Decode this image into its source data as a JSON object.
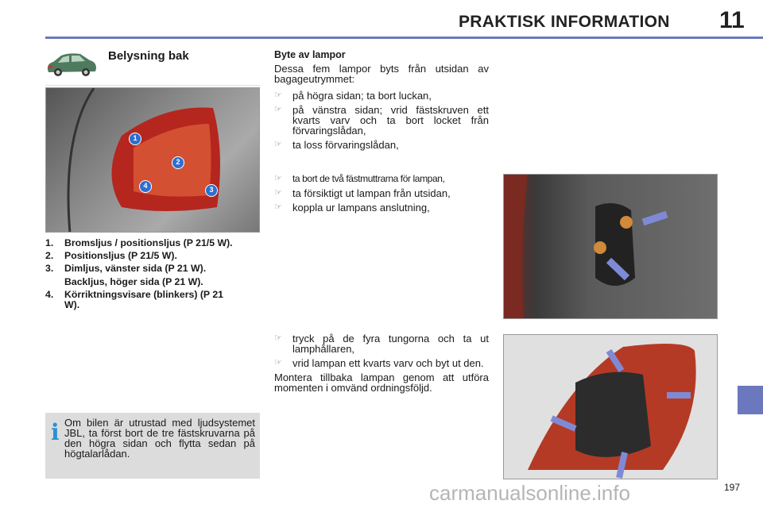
{
  "header": {
    "title": "PRAKTISK INFORMATION",
    "chapter": "11"
  },
  "section": {
    "title": "Belysning bak"
  },
  "figure1": {
    "callouts": [
      "1",
      "2",
      "3",
      "4"
    ]
  },
  "legend": [
    {
      "num": "1.",
      "text": "Bromsljus / positionsljus (P 21/5 W)."
    },
    {
      "num": "2.",
      "text": "Positionsljus (P 21/5 W)."
    },
    {
      "num": "3.",
      "text": "Dimljus, vänster sida (P 21 W)."
    },
    {
      "num": "",
      "text": "Backljus, höger sida (P 21 W)."
    },
    {
      "num": "4.",
      "text": "Körriktningsvisare (blinkers) (P 21 W)."
    }
  ],
  "info": {
    "icon": "i",
    "text": "Om bilen är utrustad med ljudsystemet JBL, ta först bort de tre fästskruvarna på den högra sidan och flytta sedan på högtalarlådan."
  },
  "main": {
    "heading": "Byte av lampor",
    "intro": "Dessa fem lampor byts från utsidan av bagageutrymmet:",
    "steps1": [
      "på högra sidan; ta bort luckan,",
      "på vänstra sidan; vrid fästskruven ett kvarts varv och ta bort locket från förvaringslådan,",
      "ta loss förvaringslådan,"
    ],
    "steps2": [
      "ta bort de två fästmuttrarna för lampan,",
      "ta försiktigt ut lampan från utsidan,",
      "koppla ur lampans anslutning,"
    ],
    "steps3": [
      "tryck på de fyra tungorna och ta ut lamphållaren,",
      "vrid lampan ett kvarts varv och byt ut den."
    ],
    "outro": "Montera tillbaka lampan genom att utföra momenten i omvänd ordningsföljd."
  },
  "bullet_glyph": "☞",
  "page_number": "197",
  "watermark": "carmanualsonline.info",
  "colors": {
    "accent": "#6b78bd",
    "info_bg": "#dcdcdc",
    "info_icon": "#2a8fd6"
  }
}
